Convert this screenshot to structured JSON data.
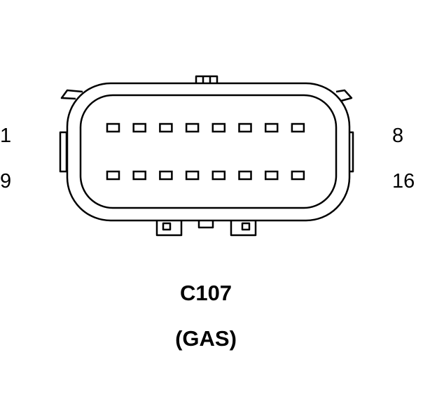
{
  "connector": {
    "name": "C107",
    "variant": "(GAS)",
    "pins_per_row": 8,
    "rows": 2,
    "pin_labels": {
      "row1_left": "1",
      "row1_right": "8",
      "row2_left": "9",
      "row2_right": "16"
    }
  },
  "colors": {
    "stroke": "#000000",
    "background": "#ffffff"
  }
}
